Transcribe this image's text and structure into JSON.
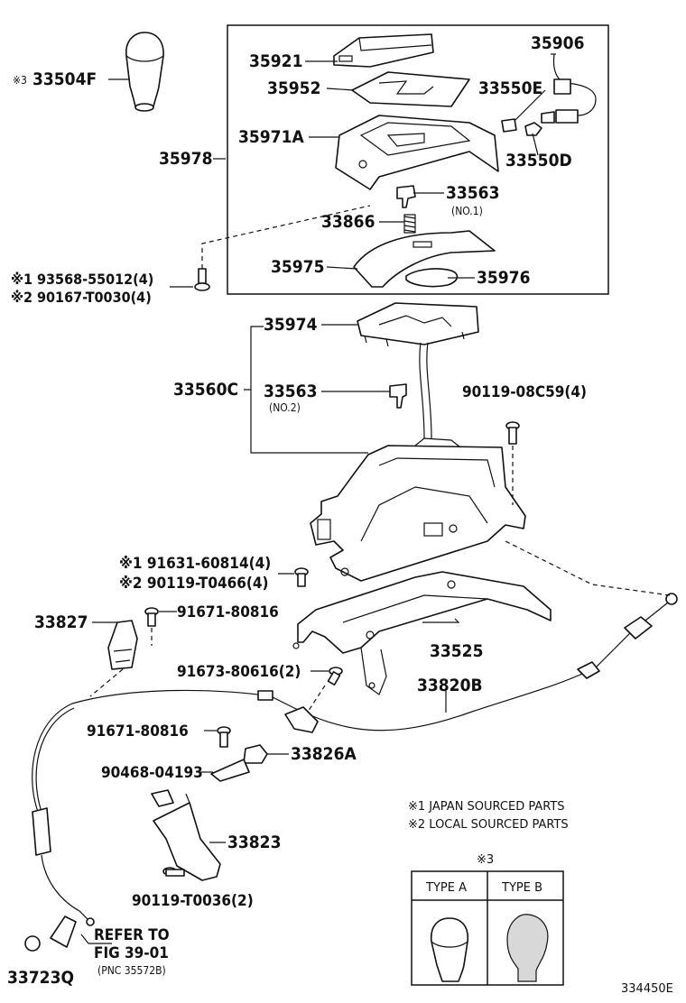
{
  "parts": {
    "p33504F": "33504F",
    "mark3": "※3",
    "p35921": "35921",
    "p35906": "35906",
    "p35952": "35952",
    "p33550E": "33550E",
    "p35971A": "35971A",
    "p35978": "35978",
    "p33550D": "33550D",
    "p33563a": "33563",
    "p33563a_note": "(NO.1)",
    "p33866": "33866",
    "p35975": "35975",
    "p35976": "35976",
    "bolt1_j": "※1 93568-55012(4)",
    "bolt1_l": "※2 90167-T0030(4)",
    "p35974": "35974",
    "p33560C": "33560C",
    "p33563b": "33563",
    "p33563b_note": "(NO.2)",
    "p90119_08C59": "90119-08C59(4)",
    "bolt2_j": "※1 91631-60814(4)",
    "bolt2_l": "※2 90119-T0466(4)",
    "p33827": "33827",
    "p91671a": "91671-80816",
    "p33525": "33525",
    "p91673": "91673-80616(2)",
    "p33820B": "33820B",
    "p91671b": "91671-80816",
    "p33826A": "33826A",
    "p90468": "90468-04193",
    "p33823": "33823",
    "p90119_T0036": "90119-T0036(2)",
    "refer1": "REFER TO",
    "refer2": "FIG 39-01",
    "refer3": "(PNC 35572B)",
    "p33723Q": "33723Q"
  },
  "notes": {
    "note1": "※1 JAPAN SOURCED PARTS",
    "note2": "※2 LOCAL SOURCED PARTS"
  },
  "inset": {
    "mark": "※3",
    "type_a": "TYPE A",
    "type_b": "TYPE B"
  },
  "figure_id": "334450E"
}
